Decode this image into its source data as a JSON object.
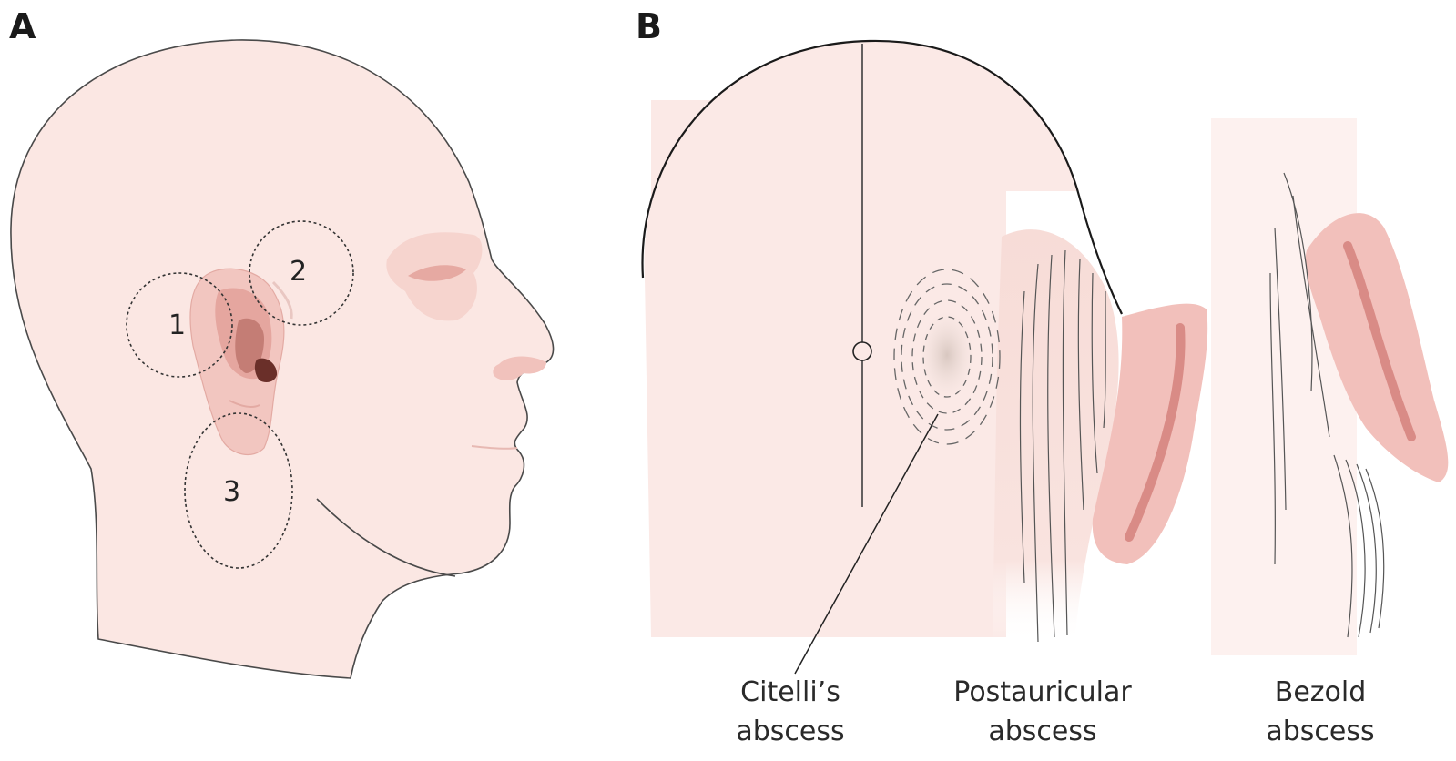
{
  "panels": {
    "a_label": "A",
    "b_label": "B"
  },
  "zones": {
    "one": "1",
    "two": "2",
    "three": "3"
  },
  "captions": {
    "citelli_line1": "Citelli’s",
    "citelli_line2": "abscess",
    "postauricular_line1": "Postauricular",
    "postauricular_line2": "abscess",
    "bezold_line1": "Bezold",
    "bezold_line2": "abscess"
  },
  "colors": {
    "skin": "#fbe7e3",
    "skin_shade": "#f4cfc9",
    "ear": "#efb3b0",
    "ear_dark": "#d98b86",
    "ear_cavity": "#a8554d",
    "line": "#4a4a4a"
  }
}
